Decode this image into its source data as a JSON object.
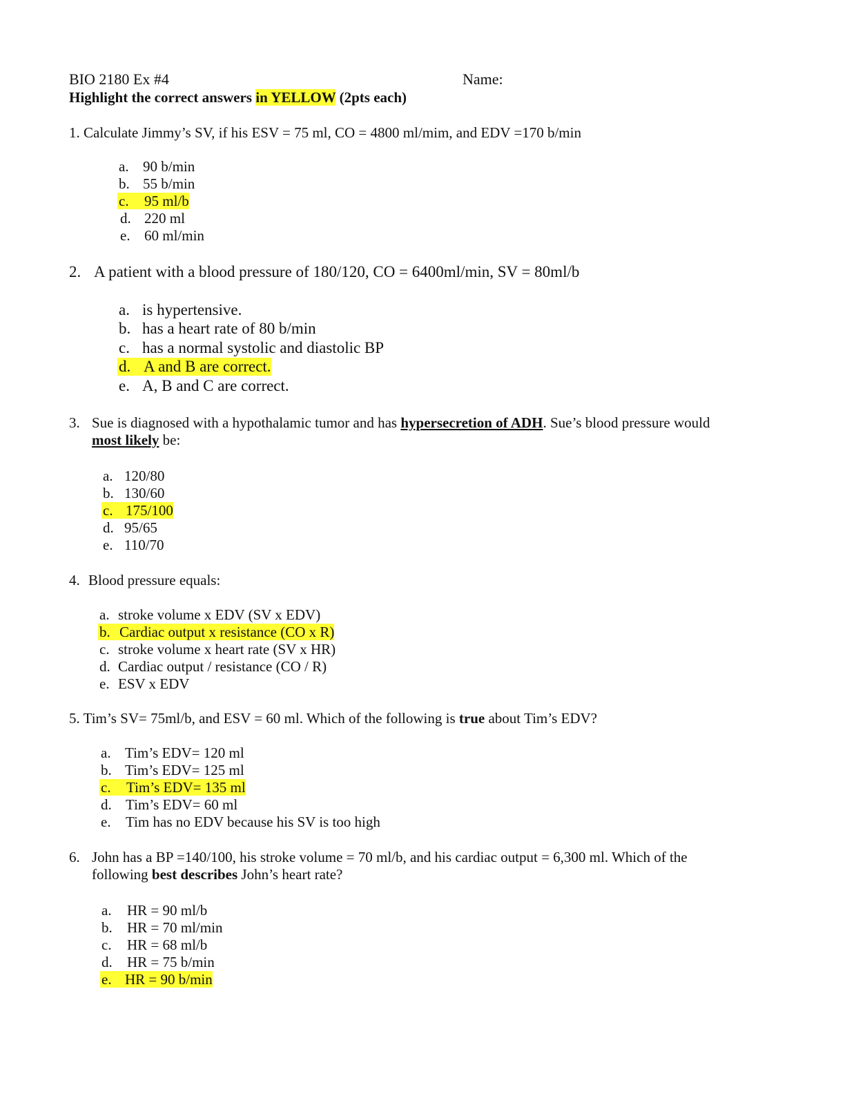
{
  "header": {
    "course": "BIO 2180 Ex #4",
    "name_label": "Name:",
    "instruction_pre": "Highlight the correct answers ",
    "instruction_hl": "in YELLOW",
    "instruction_post": " (2pts each)"
  },
  "questions": [
    {
      "number": "1.",
      "text": "Calculate Jimmy’s SV, if his ESV = 75 ml, CO = 4800 ml/mim, and EDV =170 b/min",
      "options": [
        {
          "letter": "a.",
          "text": "90 b/min",
          "highlighted": false
        },
        {
          "letter": "b.",
          "text": "55 b/min",
          "highlighted": false
        },
        {
          "letter": "c.",
          "text": "95 ml/b",
          "highlighted": true
        },
        {
          "letter": "d.",
          "text": "220 ml",
          "highlighted": false
        },
        {
          "letter": "e.",
          "text": "60 ml/min",
          "highlighted": false
        }
      ]
    },
    {
      "number": "2.",
      "text": "A patient with a blood pressure of 180/120, CO = 6400ml/min, SV = 80ml/b",
      "options": [
        {
          "letter": "a.",
          "text": "is hypertensive.",
          "highlighted": false
        },
        {
          "letter": "b.",
          "text": "has a heart rate of 80 b/min",
          "highlighted": false
        },
        {
          "letter": "c.",
          "text": "has a normal systolic and diastolic BP",
          "highlighted": false
        },
        {
          "letter": "d.",
          "text": "A and B are correct.",
          "highlighted": true
        },
        {
          "letter": "e.",
          "text": "A, B and C are correct.",
          "highlighted": false
        }
      ]
    },
    {
      "number": "3.",
      "text_pre": "Sue is diagnosed with a hypothalamic tumor and has ",
      "text_bold": "hypersecretion of ADH",
      "text_mid": ".  Sue’s blood pressure would",
      "text_bold2": "most likely",
      "text_post": " be:",
      "options": [
        {
          "letter": "a.",
          "text": "120/80",
          "highlighted": false
        },
        {
          "letter": "b.",
          "text": "130/60",
          "highlighted": false
        },
        {
          "letter": "c.",
          "text": "175/100",
          "highlighted": true
        },
        {
          "letter": "d.",
          "text": "95/65",
          "highlighted": false
        },
        {
          "letter": "e.",
          "text": "110/70",
          "highlighted": false
        }
      ]
    },
    {
      "number": "4.",
      "text": "Blood pressure equals:",
      "options": [
        {
          "letter": "a.",
          "text": "stroke volume x EDV (SV x EDV)",
          "highlighted": false
        },
        {
          "letter": "b.",
          "text": "Cardiac output x resistance (CO x R)",
          "highlighted": true
        },
        {
          "letter": "c.",
          "text": "stroke volume x heart rate (SV x HR)",
          "highlighted": false
        },
        {
          "letter": "d.",
          "text": "Cardiac output / resistance (CO / R)",
          "highlighted": false
        },
        {
          "letter": "e.",
          "text": "ESV x EDV",
          "highlighted": false
        }
      ]
    },
    {
      "number": "5.",
      "text_pre": "Tim’s SV= 75ml/b, and ESV = 60 ml. Which of the following is ",
      "text_bold": "true",
      "text_post": " about Tim’s EDV?",
      "options": [
        {
          "letter": "a.",
          "text": "Tim’s EDV= 120 ml",
          "highlighted": false
        },
        {
          "letter": "b.",
          "text": "Tim’s EDV= 125 ml",
          "highlighted": false
        },
        {
          "letter": "c.",
          "text": "Tim’s EDV= 135 ml",
          "highlighted": true
        },
        {
          "letter": "d.",
          "text": "Tim’s EDV= 60 ml",
          "highlighted": false
        },
        {
          "letter": "e.",
          "text": "Tim has no EDV because his SV is too high",
          "highlighted": false
        }
      ]
    },
    {
      "number": "6.",
      "text_line1": "John has a BP =140/100, his stroke volume = 70 ml/b, and his cardiac output = 6,300 ml.  Which of the",
      "text_pre": "following ",
      "text_bold": "best describes",
      "text_post": " John’s heart rate?",
      "options": [
        {
          "letter": "a.",
          "text": "HR = 90 ml/b",
          "highlighted": false
        },
        {
          "letter": "b.",
          "text": "HR = 70 ml/min",
          "highlighted": false
        },
        {
          "letter": "c.",
          "text": "HR = 68 ml/b",
          "highlighted": false
        },
        {
          "letter": "d.",
          "text": "HR = 75 b/min",
          "highlighted": false
        },
        {
          "letter": "e.",
          "text": "HR = 90 b/min",
          "highlighted": true
        }
      ]
    }
  ]
}
